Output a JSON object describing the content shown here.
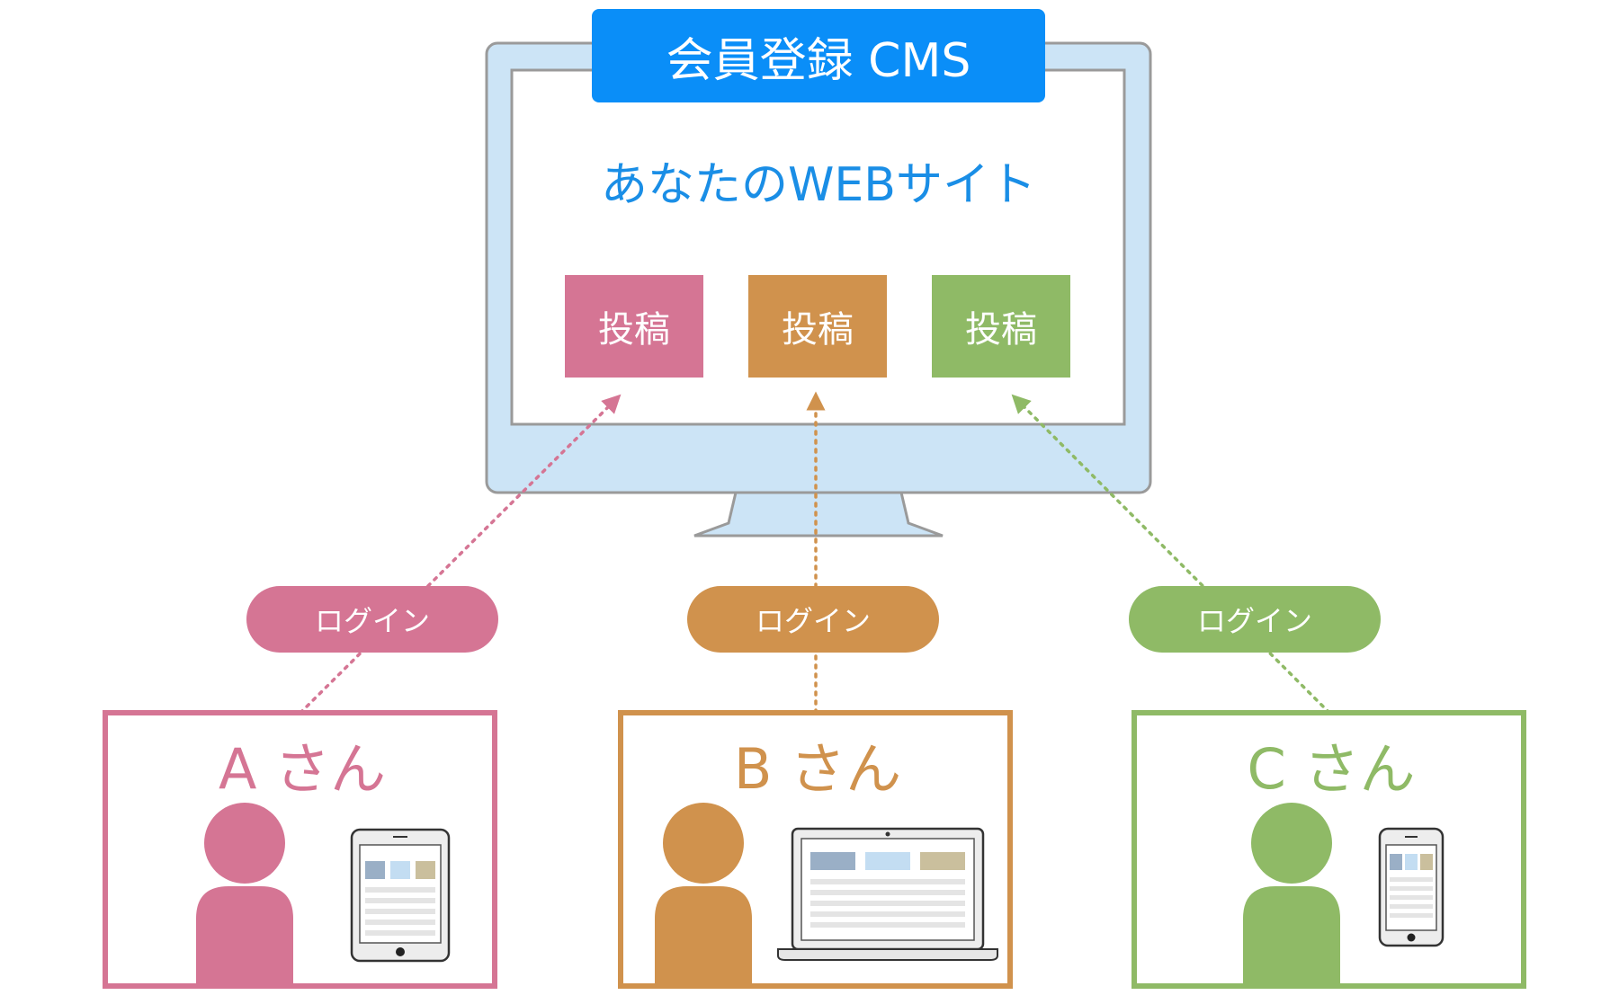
{
  "cms": {
    "title": "会員登録 CMS",
    "site_title": "あなたのWEBサイト"
  },
  "posts": [
    {
      "label": "投稿",
      "color": "#d57594"
    },
    {
      "label": "投稿",
      "color": "#d0924d"
    },
    {
      "label": "投稿",
      "color": "#8fba66"
    }
  ],
  "users": [
    {
      "name": "A さん",
      "login_label": "ログイン",
      "color": "#d57594",
      "device": "tablet-icon"
    },
    {
      "name": "B さん",
      "login_label": "ログイン",
      "color": "#d0924d",
      "device": "laptop-icon"
    },
    {
      "name": "C さん",
      "login_label": "ログイン",
      "color": "#8fba66",
      "device": "smartphone-icon"
    }
  ],
  "colors": {
    "header_blue": "#0a8ef8",
    "monitor_fill": "#cce4f6",
    "monitor_stroke": "#9a9a9a",
    "site_text": "#1a8ee6"
  }
}
